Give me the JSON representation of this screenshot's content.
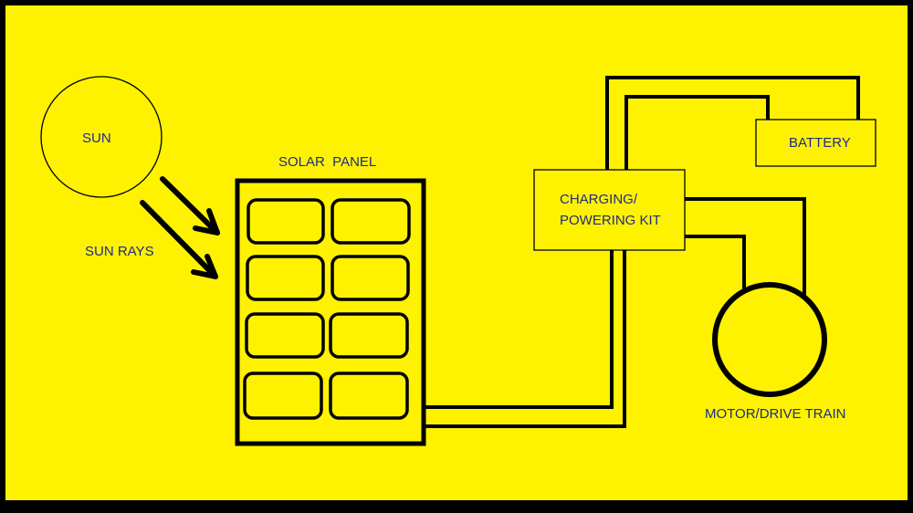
{
  "colors": {
    "background": "#fef200",
    "ink": "#000000",
    "label": "#1f2a86",
    "frame": "#000000"
  },
  "labels": {
    "sun": "SUN",
    "sun_rays": "SUN RAYS",
    "solar_panel": "SOLAR  PANEL",
    "charging_kit_line1": "CHARGING/",
    "charging_kit_line2": "POWERING KIT",
    "battery": "BATTERY",
    "motor": "MOTOR/DRIVE TRAIN"
  }
}
